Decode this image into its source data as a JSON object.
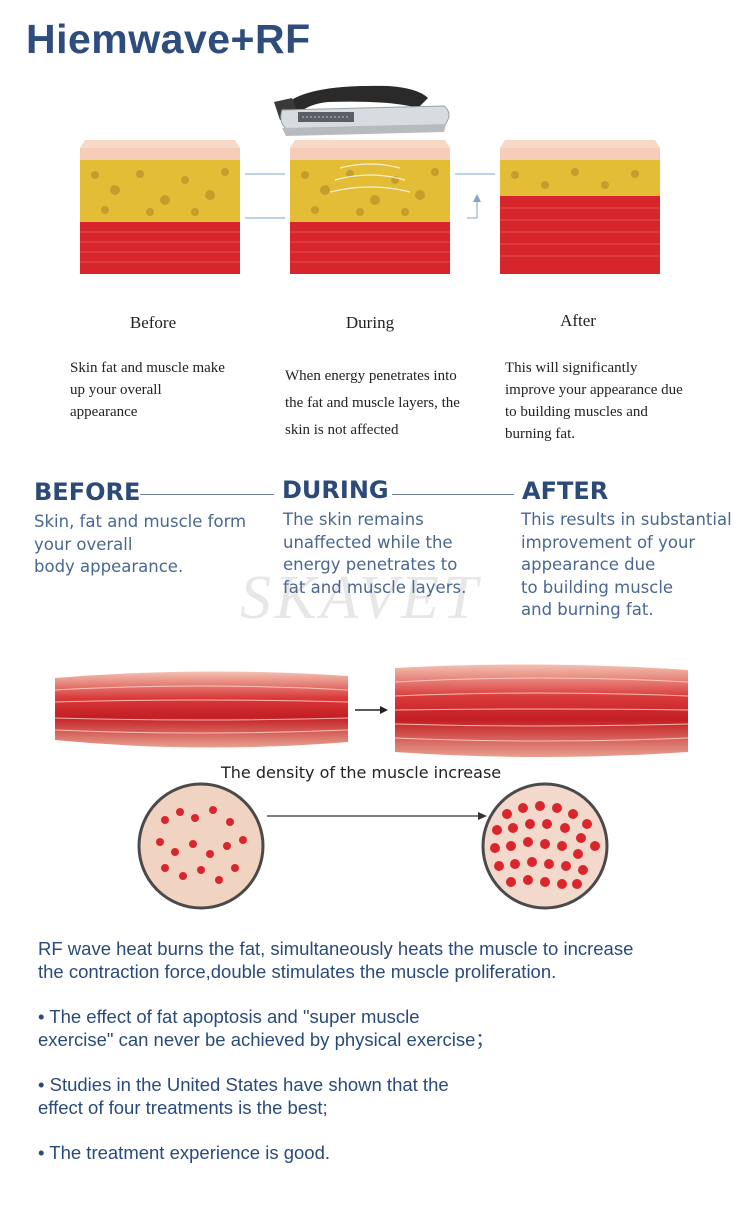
{
  "header": {
    "title": "Hiemwave+RF"
  },
  "stages": [
    {
      "label": "Before",
      "desc": [
        "Skin fat and muscle make",
        "up your overall",
        "appearance"
      ]
    },
    {
      "label": "During",
      "desc": [
        "When energy penetrates into",
        "the fat and muscle layers, the",
        "skin is not affected"
      ]
    },
    {
      "label": "After",
      "desc": [
        "This will significantly",
        "improve your appearance due",
        "to building muscles and",
        "burning fat."
      ]
    }
  ],
  "captions": [
    {
      "head": "BEFORE",
      "lines": [
        "Skin, fat and muscle form",
        "your overall",
        "body appearance."
      ]
    },
    {
      "head": "DURING",
      "lines": [
        "The skin remains",
        "unaffected while the",
        "energy penetrates to",
        "fat and muscle layers."
      ]
    },
    {
      "head": "AFTER",
      "lines": [
        "This results in substantial",
        "improvement of your",
        "appearance due",
        "to building muscle",
        "and burning fat."
      ]
    }
  ],
  "watermark": "SKAVET",
  "muscle": {
    "caption": "The density of the muscle increase"
  },
  "info": {
    "intro": [
      "RF wave heat burns the fat, simultaneously heats the muscle to increase",
      "the contraction force,double stimulates the muscle proliferation."
    ],
    "bullets": [
      [
        "• The effect of fat apoptosis and \"super muscle",
        "exercise\" can never be achieved by physical exercise；"
      ],
      [
        "• Studies in the United States have shown that the",
        "effect of four treatments is the best;"
      ],
      [
        "• The treatment experience is good."
      ]
    ]
  },
  "colors": {
    "title": "#2f4d7c",
    "skin": "#f2c7b0",
    "fat": "#e6c23a",
    "muscle": "#d8262c",
    "text_blue": "#2a4a7a"
  }
}
